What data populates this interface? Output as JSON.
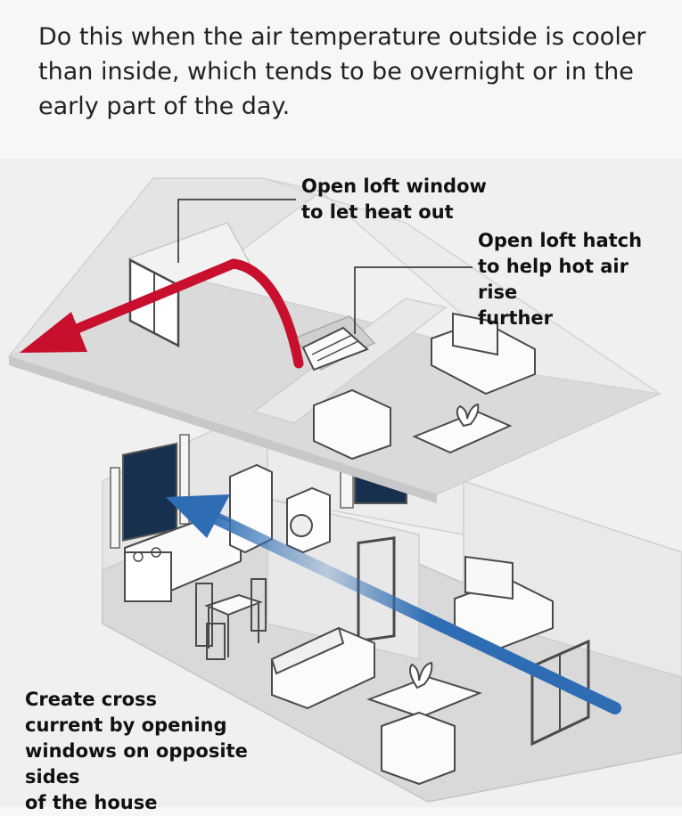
{
  "intro_text": "Do this when the air temperature outside is cooler than inside, which tends to be overnight or in the early part of the day.",
  "labels": {
    "loft_window": "Open loft window\nto let heat out",
    "loft_hatch": "Open loft hatch\nto help hot air rise\nfurther",
    "cross_current": "Create cross\ncurrent by opening\nwindows on opposite sides\nof the house"
  },
  "colors": {
    "hot_air_arrow": "#c8102e",
    "cool_air_arrow": "#2e6db4",
    "house_outline": "#4a4a4a",
    "floor": "#d4d4d4",
    "wall": "#e4e4e4",
    "window_glass": "#17304d"
  }
}
